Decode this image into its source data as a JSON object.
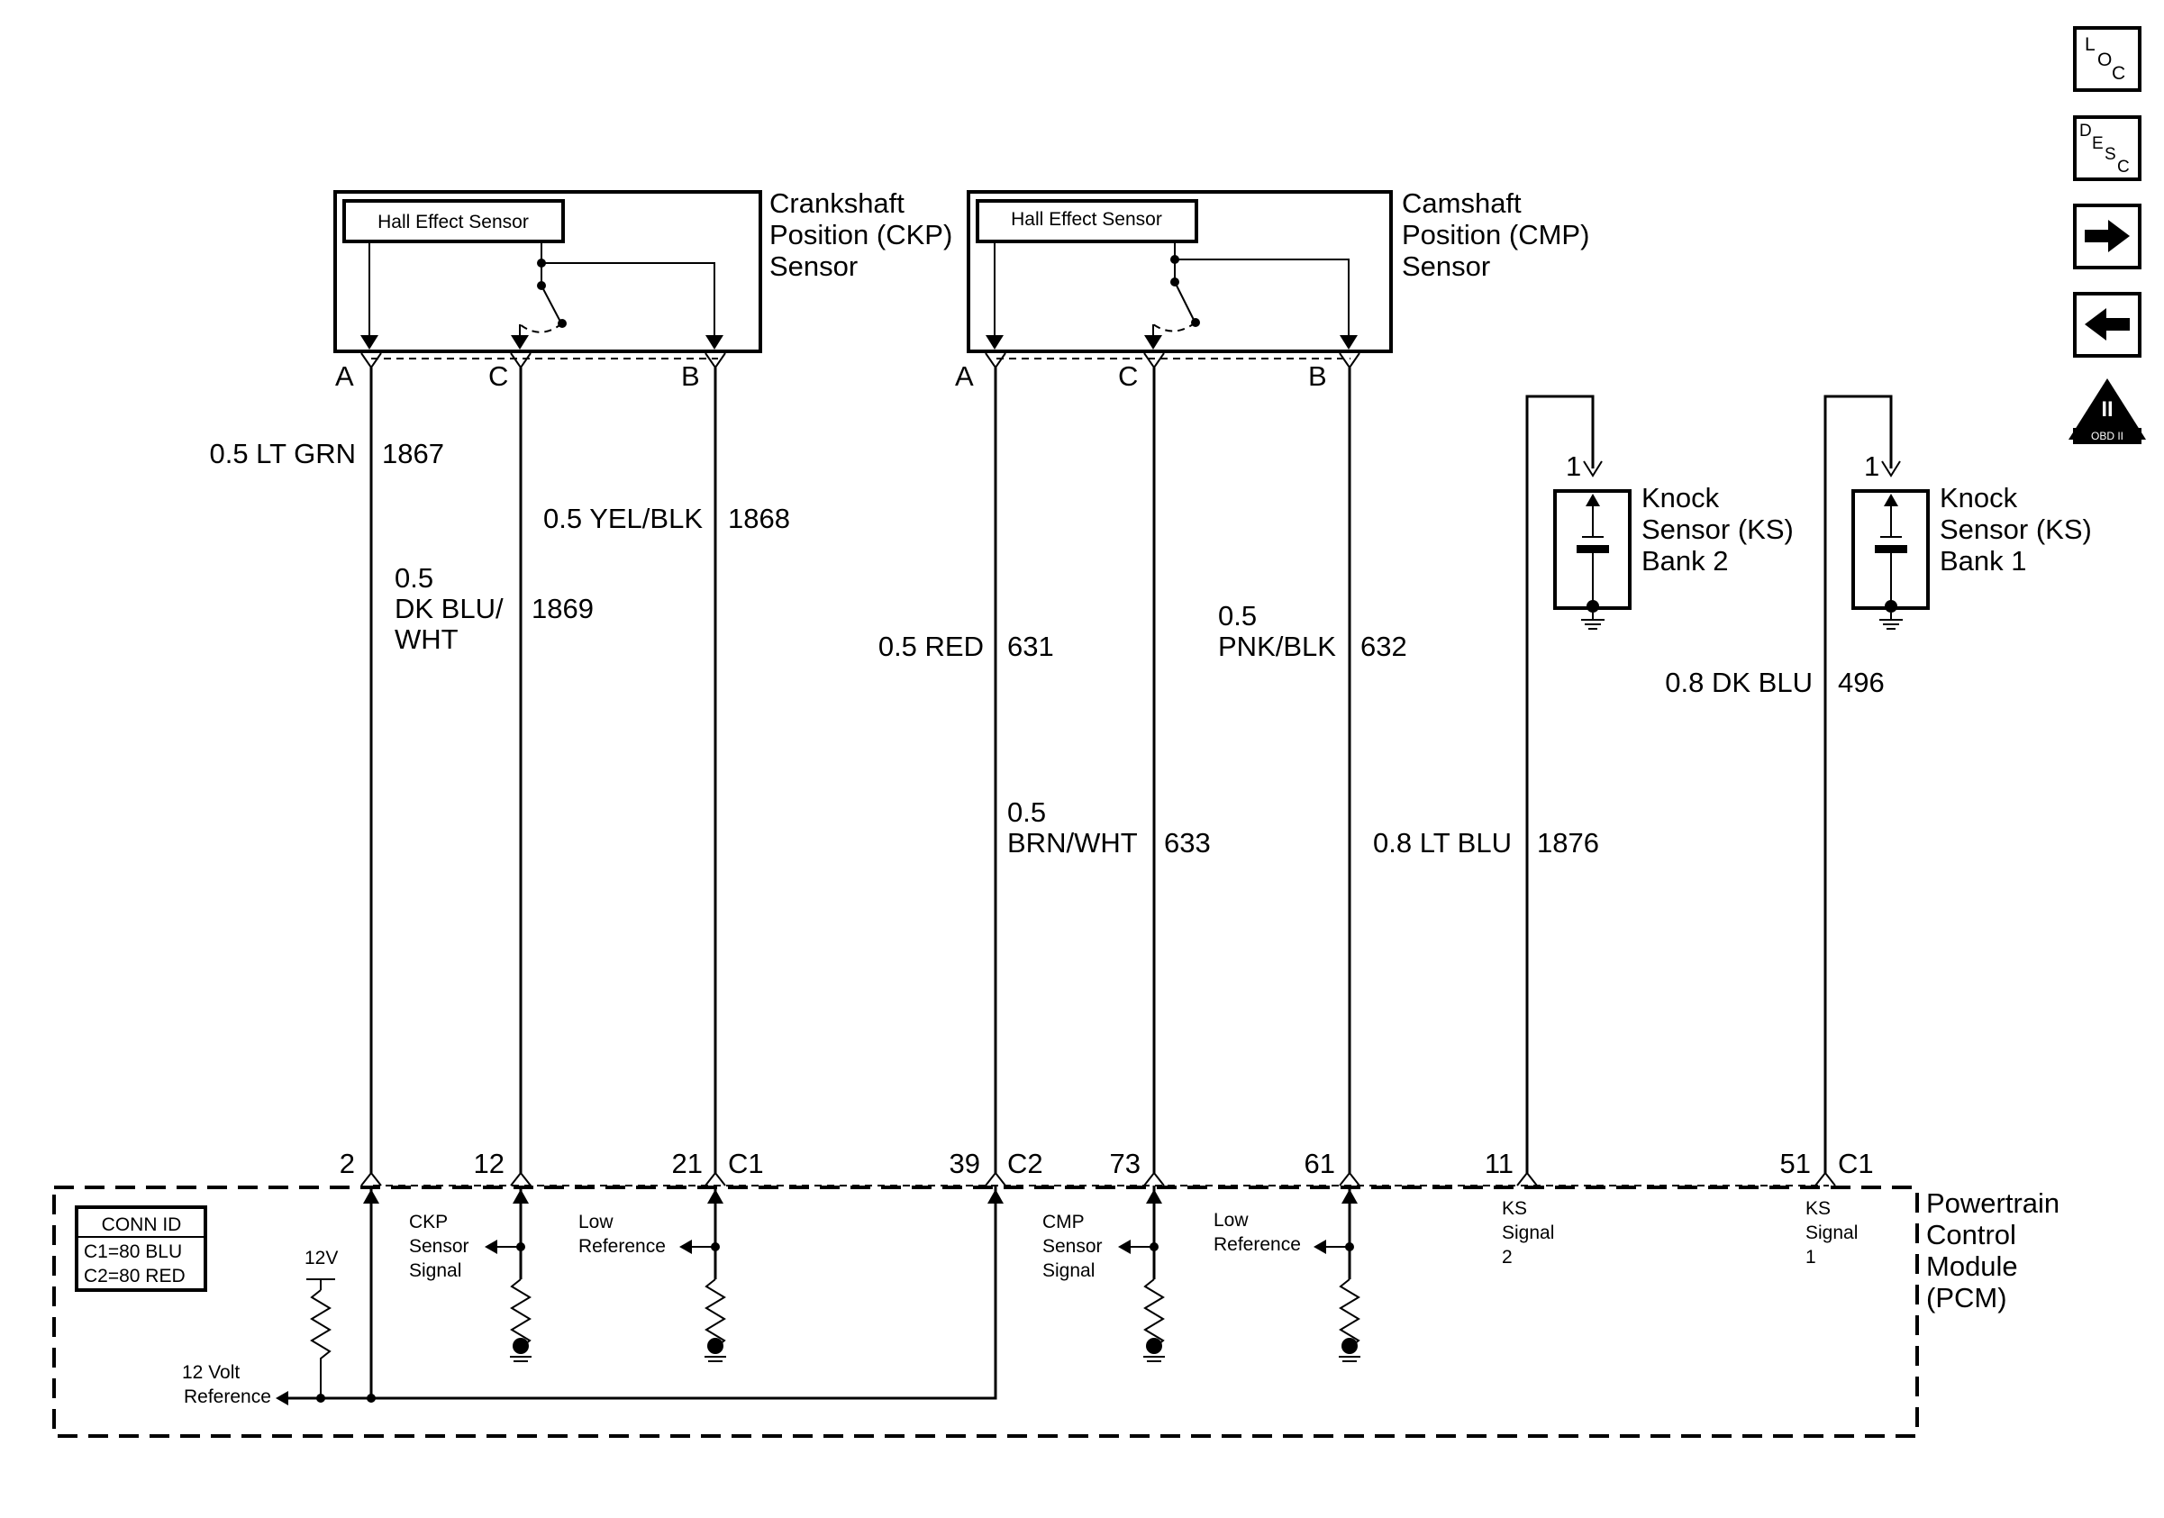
{
  "ckp": {
    "hall_label": "Hall Effect Sensor",
    "name_line1": "Crankshaft",
    "name_line2": "Position (CKP)",
    "name_line3": "Sensor",
    "pin_a": "A",
    "pin_c": "C",
    "pin_b": "B",
    "wire_a_color": "0.5 LT GRN",
    "wire_a_circuit": "1867",
    "wire_c_color_1": "0.5",
    "wire_c_color_2": "DK BLU/",
    "wire_c_color_3": "WHT",
    "wire_c_circuit": "1869",
    "wire_b_color": "0.5 YEL/BLK",
    "wire_b_circuit": "1868"
  },
  "cmp": {
    "hall_label": "Hall Effect Sensor",
    "name_line1": "Camshaft",
    "name_line2": "Position (CMP)",
    "name_line3": "Sensor",
    "pin_a": "A",
    "pin_c": "C",
    "pin_b": "B",
    "wire_a_color": "0.5 RED",
    "wire_a_circuit": "631",
    "wire_a2_color_1": "0.5",
    "wire_a2_color_2": "BRN/WHT",
    "wire_a2_circuit": "633",
    "wire_b_color_1": "0.5",
    "wire_b_color_2": "PNK/BLK",
    "wire_b_circuit": "632",
    "wire_b2_color": "0.8 LT BLU",
    "wire_b2_circuit": "1876"
  },
  "knock2": {
    "pin": "1",
    "name_line1": "Knock",
    "name_line2": "Sensor (KS)",
    "name_line3": "Bank 2"
  },
  "knock1": {
    "pin": "1",
    "name_line1": "Knock",
    "name_line2": "Sensor (KS)",
    "name_line3": "Bank 1",
    "wire_color": "0.8 DK BLU",
    "wire_circuit": "496"
  },
  "pcm": {
    "name_line1": "Powertrain",
    "name_line2": "Control",
    "name_line3": "Module",
    "name_line4": "(PCM)",
    "pins": {
      "p2": "2",
      "p12": "12",
      "p21": "21",
      "c1a": "C1",
      "p39": "39",
      "c2": "C2",
      "p73": "73",
      "p61": "61",
      "p11": "11",
      "p51": "51",
      "c1b": "C1"
    },
    "conn_id": {
      "title": "CONN ID",
      "c1": "C1=80 BLU",
      "c2": "C2=80 RED"
    },
    "v12": "12V",
    "ref_12v_line1": "12 Volt",
    "ref_12v_line2": "Reference",
    "ckp_signal_line1": "CKP",
    "ckp_signal_line2": "Sensor",
    "ckp_signal_line3": "Signal",
    "low_ref1_line1": "Low",
    "low_ref1_line2": "Reference",
    "cmp_signal_line1": "CMP",
    "cmp_signal_line2": "Sensor",
    "cmp_signal_line3": "Signal",
    "low_ref2_line1": "Low",
    "low_ref2_line2": "Reference",
    "ks2_line1": "KS",
    "ks2_line2": "Signal",
    "ks2_line3": "2",
    "ks1_line1": "KS",
    "ks1_line2": "Signal",
    "ks1_line3": "1"
  },
  "nav": {
    "loc_l": "L",
    "loc_o": "O",
    "loc_c": "C",
    "desc_d": "D",
    "desc_e": "E",
    "desc_s": "S",
    "desc_c": "C",
    "obd_numeral": "II",
    "obd_text": "OBD II"
  }
}
